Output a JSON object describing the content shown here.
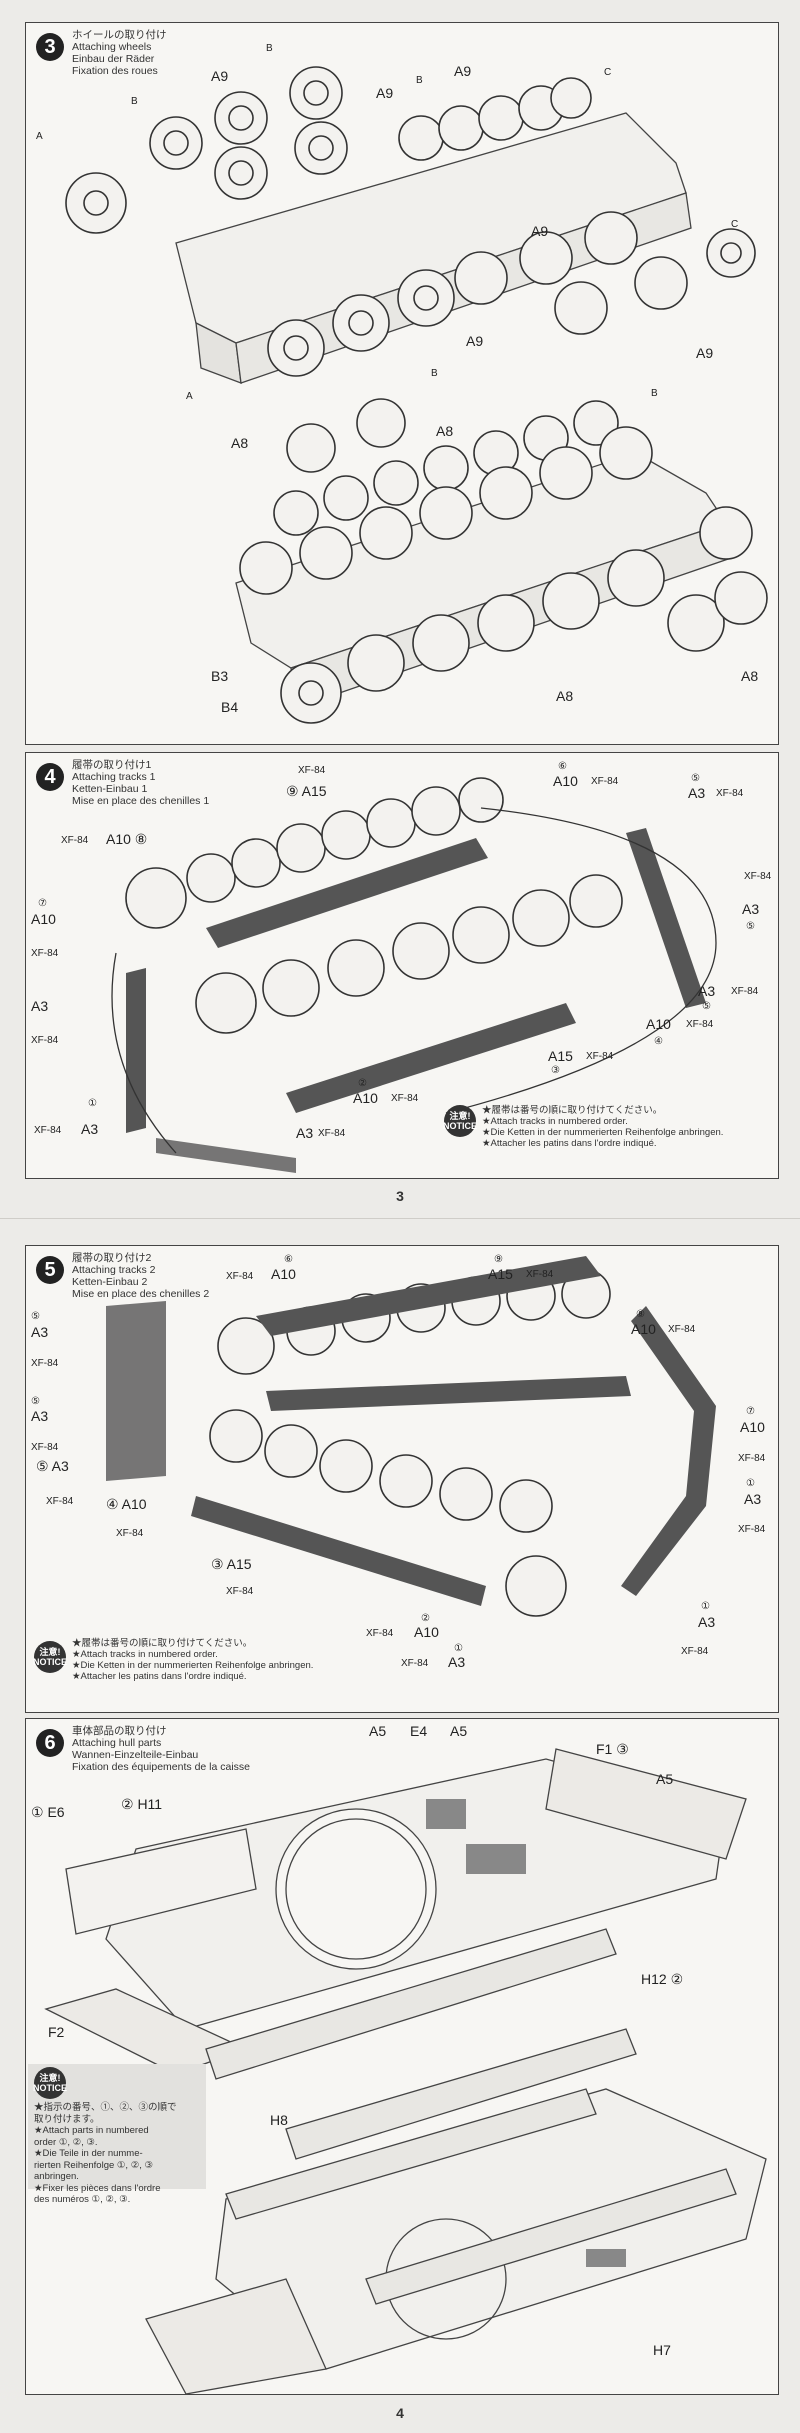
{
  "page_numbers": {
    "page_a": "3",
    "page_b": "4"
  },
  "steps": [
    {
      "number": "3",
      "title_lines": [
        "ホイールの取り付け",
        "Attaching wheels",
        "Einbau der Räder",
        "Fixation des roues"
      ],
      "labels": [
        "A9",
        "A9",
        "A9",
        "A9",
        "A9",
        "A9",
        "B",
        "B",
        "B",
        "B",
        "B",
        "A",
        "A",
        "C",
        "C",
        "A8",
        "A8",
        "A8",
        "A8",
        "B3",
        "B4"
      ]
    },
    {
      "number": "4",
      "title_lines": [
        "履帯の取り付け1",
        "Attaching tracks 1",
        "Ketten-Einbau 1",
        "Mise en place des chenilles 1"
      ],
      "labels": [
        "XF-84",
        "⑨ A15",
        "⑥",
        "A10",
        "XF-84",
        "XF-84",
        "A10 ⑧",
        "⑤",
        "A3",
        "XF-84",
        "⑦",
        "A10",
        "XF-84",
        "A3",
        "⑤",
        "XF-84",
        "A3",
        "XF-84",
        "A3",
        "XF-84",
        "⑤",
        "A10",
        "XF-84",
        "④",
        "A15",
        "XF-84",
        "③",
        "②",
        "A10",
        "XF-84",
        "①",
        "XF-84",
        "A3",
        "A3",
        "XF-84"
      ],
      "notice_badge": [
        "注意!",
        "NOTICE"
      ],
      "notice_lines": [
        "★履帯は番号の順に取り付けてください。",
        "★Attach tracks in numbered order.",
        "★Die Ketten in der nummerierten Reihenfolge anbringen.",
        "★Attacher les patins dans l'ordre indiqué."
      ]
    },
    {
      "number": "5",
      "title_lines": [
        "履帯の取り付け2",
        "Attaching tracks 2",
        "Ketten-Einbau 2",
        "Mise en place des chenilles 2"
      ],
      "labels": [
        "⑥",
        "XF-84",
        "A10",
        "⑨",
        "A15",
        "XF-84",
        "⑧",
        "A10",
        "XF-84",
        "⑤",
        "A3",
        "XF-84",
        "⑤",
        "A3",
        "XF-84",
        "⑤ A3",
        "XF-84",
        "④ A10",
        "XF-84",
        "③ A15",
        "XF-84",
        "⑦",
        "A10",
        "XF-84",
        "①",
        "A3",
        "XF-84",
        "②",
        "XF-84",
        "A10",
        "①",
        "XF-84",
        "A3",
        "①",
        "A3",
        "XF-84"
      ],
      "notice_badge": [
        "注意!",
        "NOTICE"
      ],
      "notice_lines": [
        "★履帯は番号の順に取り付けてください。",
        "★Attach tracks in numbered order.",
        "★Die Ketten in der nummerierten Reihenfolge anbringen.",
        "★Attacher les patins dans l'ordre indiqué."
      ]
    },
    {
      "number": "6",
      "title_lines": [
        "車体部品の取り付け",
        "Attaching hull parts",
        "Wannen-Einzelteile-Einbau",
        "Fixation des équipements de la caisse"
      ],
      "labels": [
        "A5",
        "E4",
        "A5",
        "F1 ③",
        "A5",
        "① E6",
        "② H11",
        "H12 ②",
        "F2",
        "H8",
        "H7"
      ],
      "notice_badge": [
        "注意!",
        "NOTICE"
      ],
      "notice_lines": [
        "★指示の番号、①、②、③の順で",
        "取り付けます。",
        "★Attach parts in numbered",
        "order ①, ②, ③.",
        "★Die Teile in der numme-",
        "rierten Reihenfolge ①, ②, ③",
        "anbringen.",
        "★Fixer les pièces dans l'ordre",
        "des numéros ①, ②, ③."
      ]
    }
  ]
}
